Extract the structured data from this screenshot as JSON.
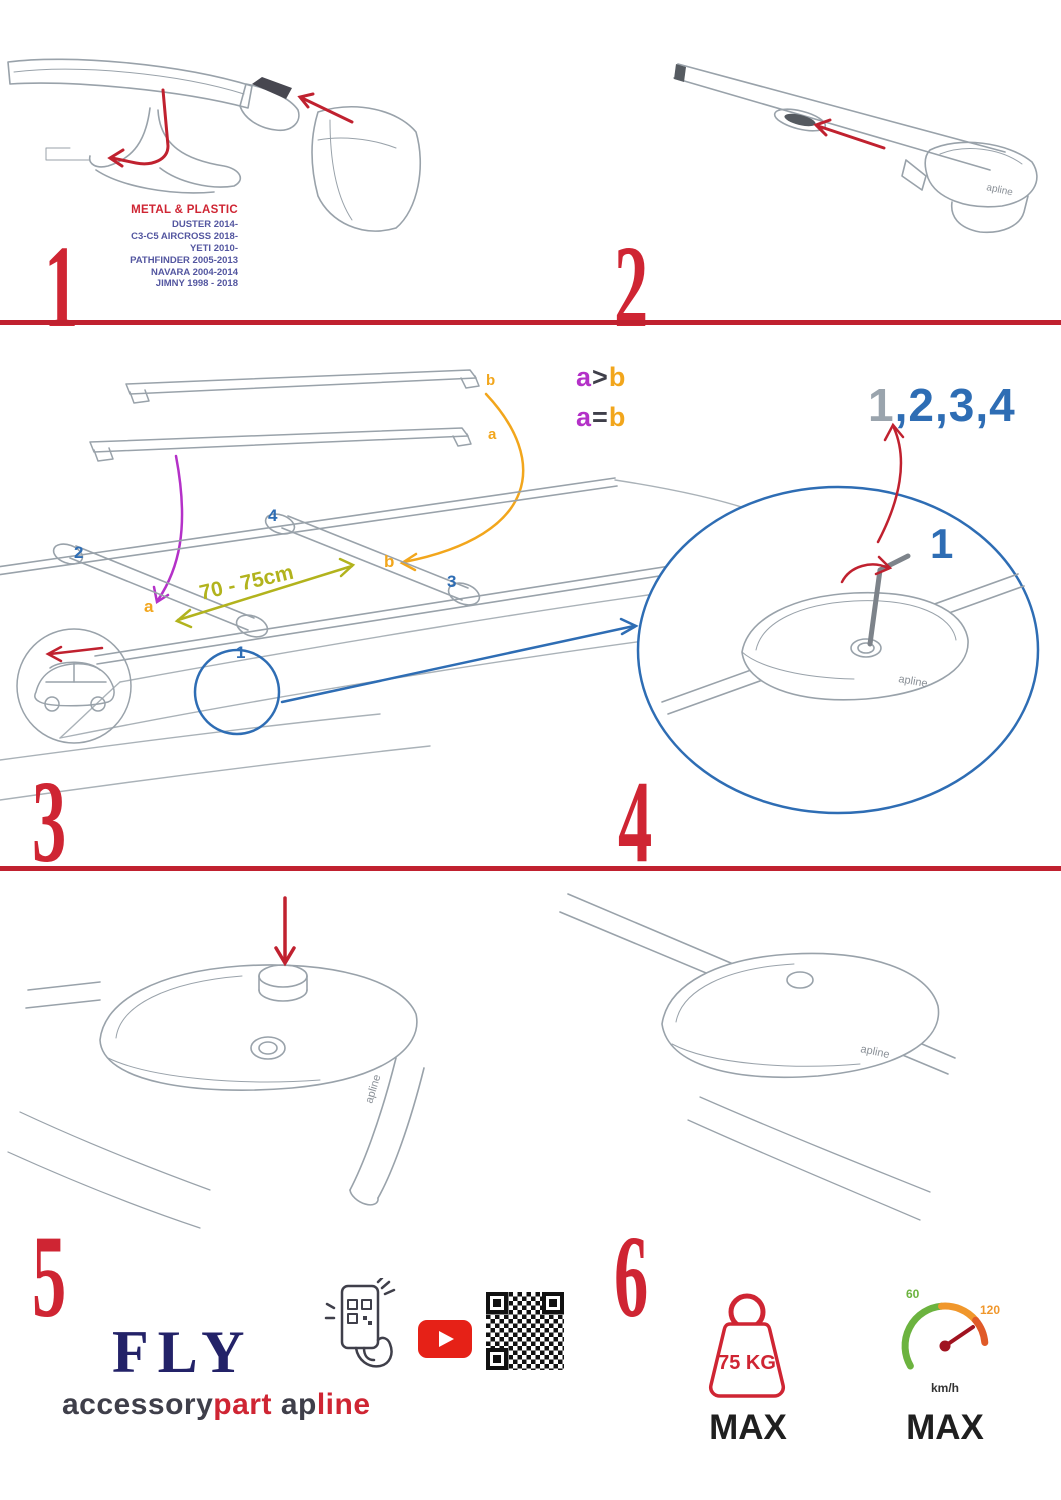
{
  "colors": {
    "red": "#cf2533",
    "blue": "#2e6db4",
    "purple": "#b431c8",
    "orange": "#f2a61c",
    "olive": "#b2b31d",
    "navy": "#232268",
    "dark": "#3f3f4a",
    "list_blue": "#5356a0",
    "youtube_red": "#e62117"
  },
  "steps": {
    "n1": "1",
    "n2": "2",
    "n3": "3",
    "n4": "4",
    "n5": "5",
    "n6": "6"
  },
  "step1": {
    "materials_label": "METAL & PLASTIC",
    "vehicles": [
      "DUSTER 2014-",
      "C3-C5 AIRCROSS 2018-",
      "YETI 2010-",
      "PATHFINDER 2005-2013",
      "NAVARA 2004-2014",
      "JIMNY 1998 - 2018"
    ]
  },
  "step3": {
    "bar_label_b": "b",
    "bar_label_a": "a",
    "rule_greater": {
      "a": "a",
      "op": ">",
      "b": "b"
    },
    "rule_equal": {
      "a": "a",
      "op": "=",
      "b": "b"
    },
    "distance_label": "70 - 75cm",
    "roof_labels": {
      "front_left": "2",
      "rear_left": "4",
      "rear_b": "b",
      "rear_right": "3",
      "front_a": "a",
      "front_right": "1"
    }
  },
  "step4": {
    "sequence_first": "1",
    "sequence_rest": ",2,3,4",
    "callout_number": "1"
  },
  "branding": {
    "model": "FLY",
    "brand_dark": "accessory",
    "brand_red": "part",
    "logo_dark": "ap",
    "logo_red": "line",
    "clamp_logo": "apline"
  },
  "limits": {
    "weight_value": "75 KG",
    "weight_max": "MAX",
    "speed_min": "60",
    "speed_max_value": "120",
    "speed_unit": "km/h",
    "speed_max": "MAX"
  },
  "icons": {
    "qr": "qr-code",
    "youtube": "play-button",
    "phone": "phone-scan",
    "weight": "max-weight",
    "speedometer": "max-speed"
  }
}
